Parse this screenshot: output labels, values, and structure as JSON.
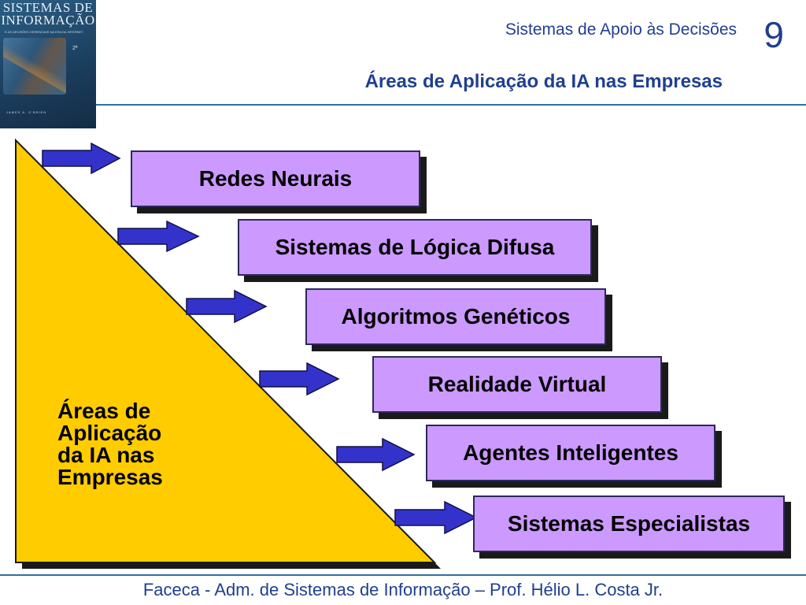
{
  "book_cover": {
    "title_line1": "SISTEMAS DE",
    "title_line2": "INFORMAÇÃO",
    "edition": "2ª",
    "subtitle": "E AS DECISÕES GERENCIAIS NA ERA DA INTERNET",
    "author": "JAMES A. O'BRIEN"
  },
  "header": {
    "subject": "Sistemas de Apoio às Decisões",
    "chapter": "9",
    "title": "Áreas de Aplicação da IA nas Empresas"
  },
  "diagram": {
    "triangle_label_lines": [
      "Áreas de",
      "Aplicação",
      "da IA nas",
      "Empresas"
    ],
    "items": [
      "Redes Neurais",
      "Sistemas de Lógica Difusa",
      "Algoritmos Genéticos",
      "Realidade Virtual",
      "Agentes Inteligentes",
      "Sistemas Especialistas"
    ],
    "colors": {
      "triangle_fill": "#ffcc00",
      "box_fill": "#cc99ff",
      "arrow_fill": "#3333cc",
      "title_blue": "#1f3f8f"
    }
  },
  "footer": {
    "text": "Faceca - Adm. de Sistemas de Informação – Prof. Hélio L. Costa Jr."
  }
}
